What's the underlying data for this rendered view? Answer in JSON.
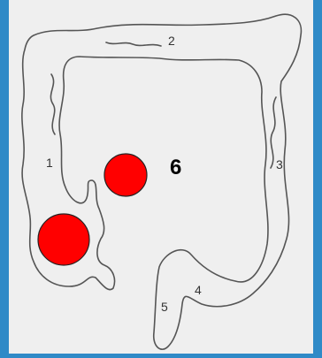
{
  "diagram": {
    "labels": {
      "l1": "1",
      "l2": "2",
      "l3": "3",
      "l4": "4",
      "l5": "5",
      "l6": "6"
    },
    "colors": {
      "background": "#2f8ac7",
      "panel": "#efefef",
      "outline": "#555555",
      "marker": "#ff0000"
    }
  }
}
